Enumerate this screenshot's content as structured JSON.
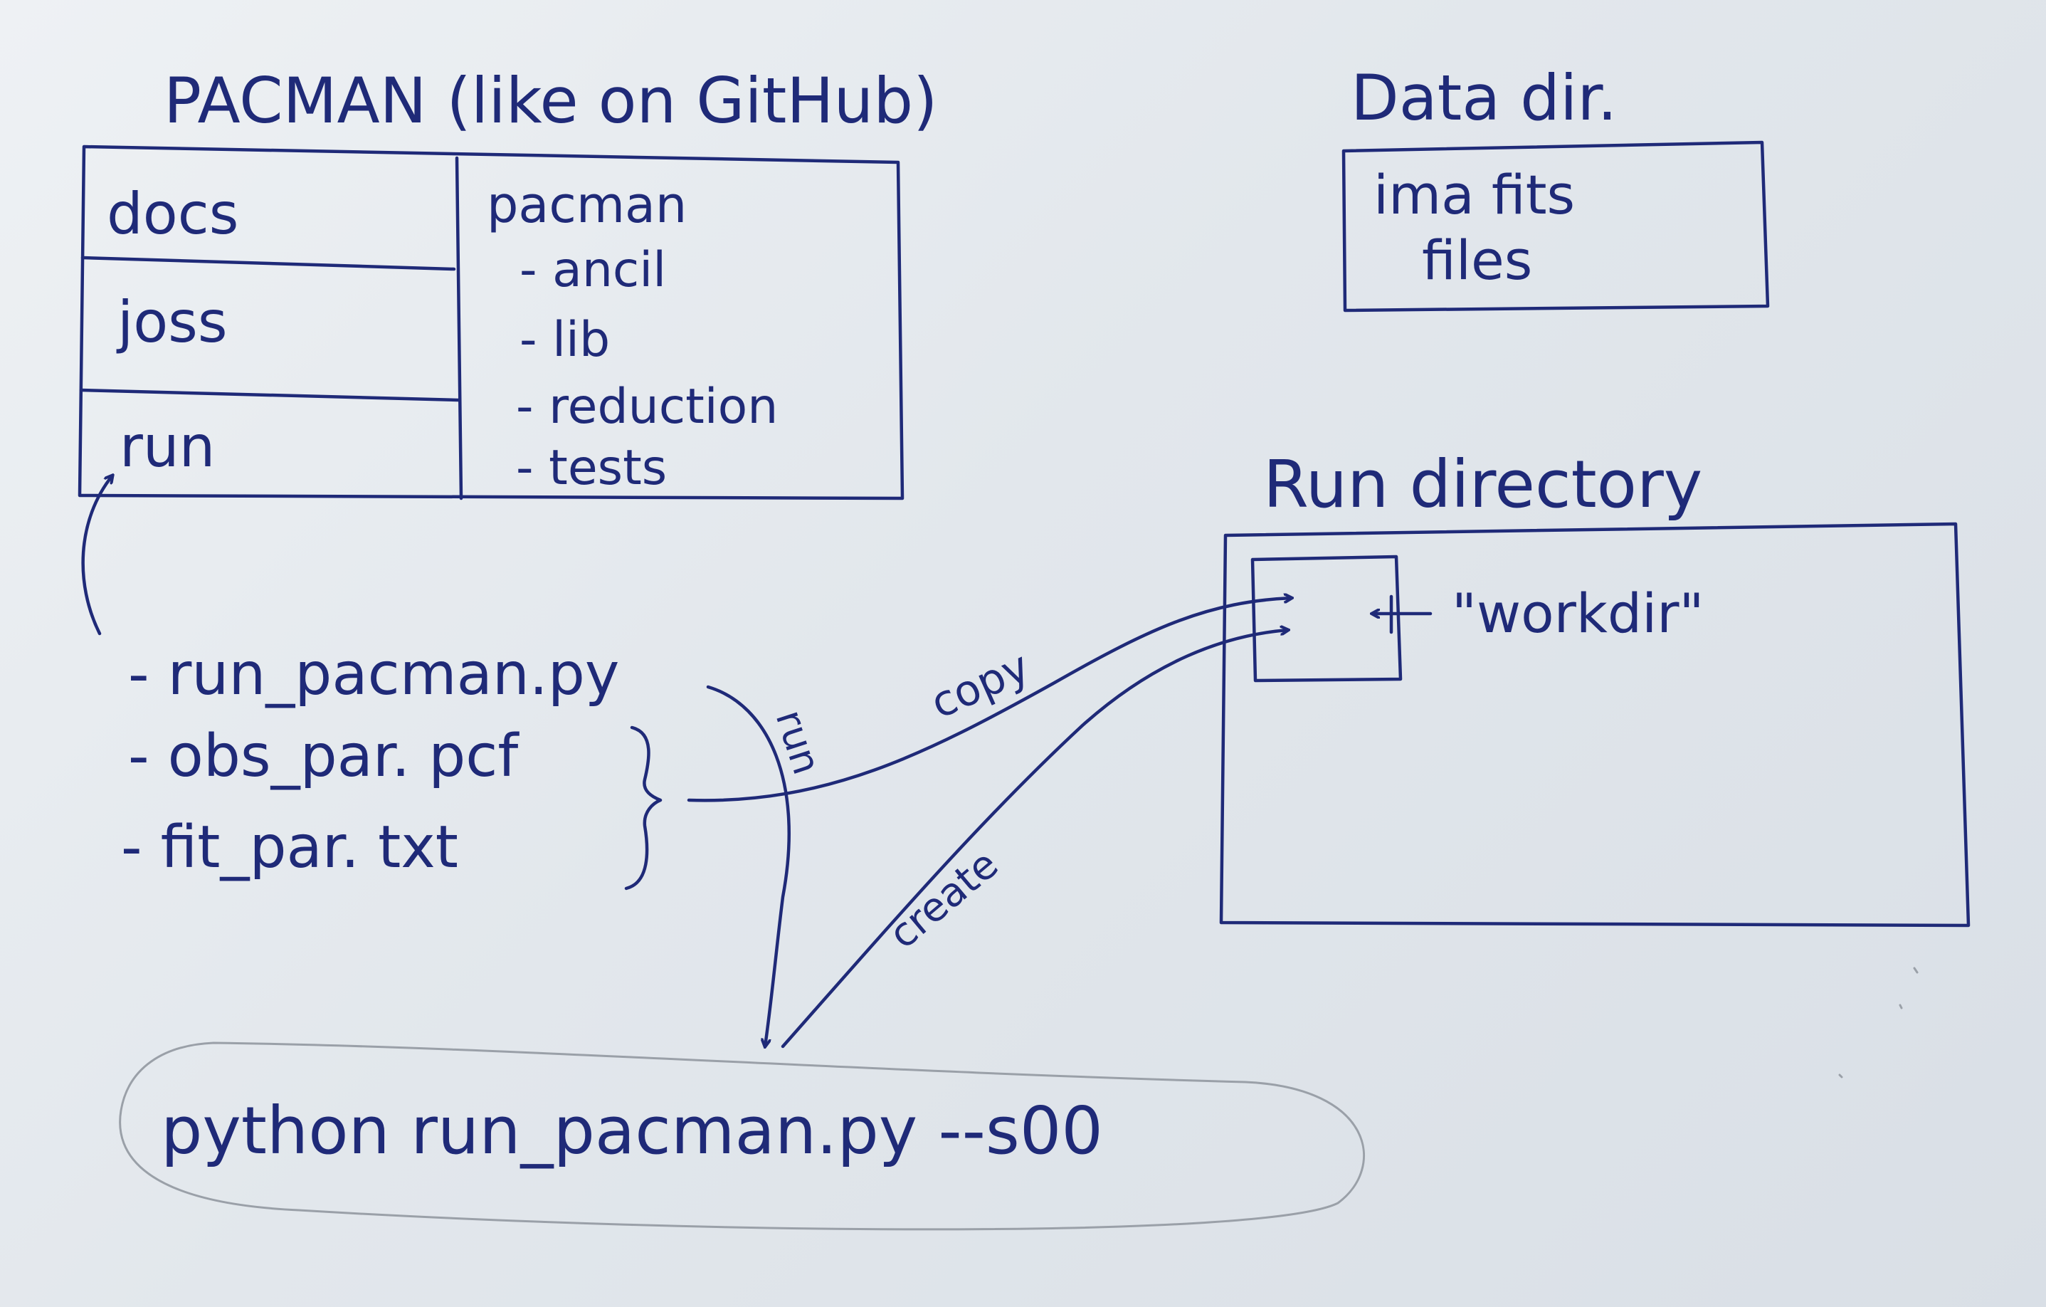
{
  "pacman": {
    "title": "PACMAN (like on GitHub)",
    "left_items": [
      "docs",
      "joss",
      "run"
    ],
    "package_name": "pacman",
    "package_items": [
      "- ancil",
      "- lib",
      "- reduction",
      "- tests"
    ]
  },
  "data_dir": {
    "title": "Data dir.",
    "content_line1": "ima fits",
    "content_line2": "files"
  },
  "run_directory": {
    "title": "Run directory",
    "workdir_label": "\"workdir\""
  },
  "run_files": [
    "- run_pacman.py",
    "- obs_par. pcf",
    "- fit_par. txt"
  ],
  "arrows": {
    "run": "run",
    "copy": "copy",
    "create": "create"
  },
  "command": "python run_pacman.py --s00"
}
